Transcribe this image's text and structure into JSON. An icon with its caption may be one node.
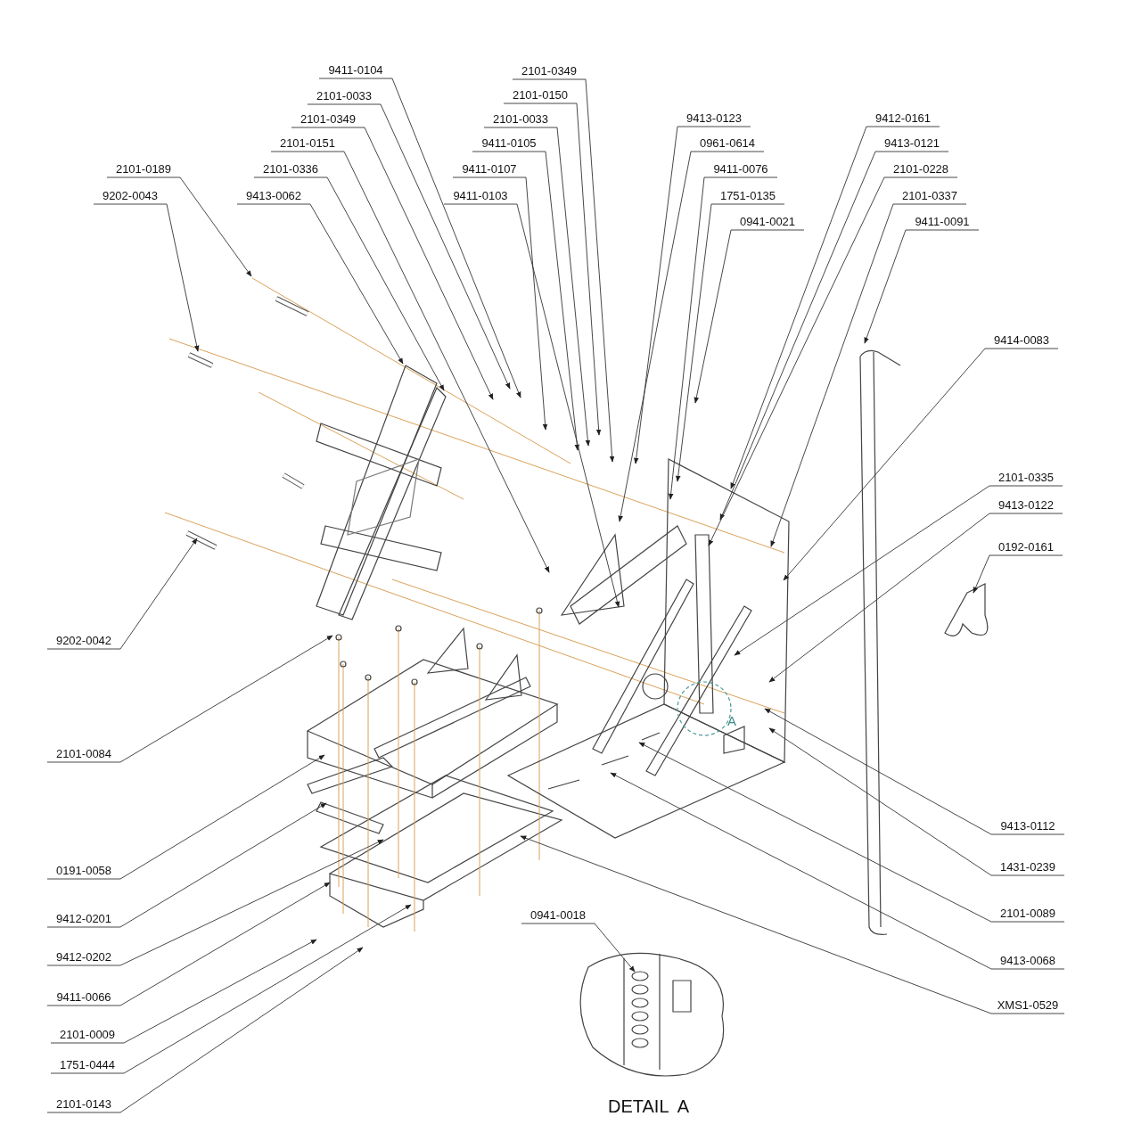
{
  "diagram": {
    "nodes": [
      {
        "text": [
          "9411-0104"
        ]
      },
      {
        "text": [
          "2101-0033"
        ]
      },
      {
        "text": [
          "2101-0349"
        ]
      },
      {
        "text": [
          "2101-0151"
        ]
      },
      {
        "text": [
          "2101-0336"
        ]
      },
      {
        "text": [
          "9413-0062"
        ]
      },
      {
        "text": [
          "2101-0189"
        ]
      },
      {
        "text": [
          "9202-0043"
        ]
      },
      {
        "text": [
          "2101-0349"
        ]
      },
      {
        "text": [
          "2101-0150"
        ]
      },
      {
        "text": [
          "2101-0033"
        ]
      },
      {
        "text": [
          "9411-0105"
        ]
      },
      {
        "text": [
          "9411-0107"
        ]
      },
      {
        "text": [
          "9411-0103"
        ]
      },
      {
        "text": [
          "9413-0123"
        ]
      },
      {
        "text": [
          "0961-0614"
        ]
      },
      {
        "text": [
          "9411-0076"
        ]
      },
      {
        "text": [
          "1751-0135"
        ]
      },
      {
        "text": [
          "0941-0021"
        ]
      },
      {
        "text": [
          "9412-0161"
        ]
      },
      {
        "text": [
          "9413-0121"
        ]
      },
      {
        "text": [
          "2101-0228"
        ]
      },
      {
        "text": [
          "2101-0337"
        ]
      },
      {
        "text": [
          "9411-0091"
        ]
      },
      {
        "text": [
          "9414-0083"
        ]
      },
      {
        "text": [
          "2101-0335"
        ]
      },
      {
        "text": [
          "9413-0122"
        ]
      },
      {
        "text": [
          "0192-0161"
        ]
      },
      {
        "text": [
          "9202-0042"
        ]
      },
      {
        "text": [
          "2101-0084"
        ]
      },
      {
        "text": [
          "0191-0058"
        ]
      },
      {
        "text": [
          "9412-0201"
        ]
      },
      {
        "text": [
          "9412-0202"
        ]
      },
      {
        "text": [
          "9411-0066"
        ]
      },
      {
        "text": [
          "2101-0009"
        ]
      },
      {
        "text": [
          "1751-0444"
        ]
      },
      {
        "text": [
          "2101-0143"
        ]
      },
      {
        "text": [
          "0941-0018"
        ]
      },
      {
        "text": [
          "9413-0112"
        ]
      },
      {
        "text": [
          "1431-0239"
        ]
      },
      {
        "text": [
          "2101-0089"
        ]
      },
      {
        "text": [
          "9413-0068"
        ]
      },
      {
        "text": [
          "XMS1-0529"
        ]
      }
    ],
    "edges": [
      {
        "from": 0,
        "to": null,
        "arrow": "to"
      },
      {
        "from": 1,
        "to": null,
        "arrow": "to"
      },
      {
        "from": 2,
        "to": null,
        "arrow": "to"
      },
      {
        "from": 3,
        "to": null,
        "arrow": "to"
      },
      {
        "from": 4,
        "to": null,
        "arrow": "to"
      },
      {
        "from": 5,
        "to": null,
        "arrow": "to"
      },
      {
        "from": 6,
        "to": null,
        "arrow": "to"
      },
      {
        "from": 7,
        "to": null,
        "arrow": "to"
      },
      {
        "from": 8,
        "to": null,
        "arrow": "to"
      },
      {
        "from": 9,
        "to": null,
        "arrow": "to"
      },
      {
        "from": 10,
        "to": null,
        "arrow": "to"
      },
      {
        "from": 11,
        "to": null,
        "arrow": "to"
      },
      {
        "from": 12,
        "to": null,
        "arrow": "to"
      },
      {
        "from": 13,
        "to": null,
        "arrow": "to"
      },
      {
        "from": 14,
        "to": null,
        "arrow": "to"
      },
      {
        "from": 15,
        "to": null,
        "arrow": "to"
      },
      {
        "from": 16,
        "to": null,
        "arrow": "to"
      },
      {
        "from": 17,
        "to": null,
        "arrow": "to"
      },
      {
        "from": 18,
        "to": null,
        "arrow": "to"
      },
      {
        "from": 19,
        "to": null,
        "arrow": "to"
      },
      {
        "from": 20,
        "to": null,
        "arrow": "to"
      },
      {
        "from": 21,
        "to": null,
        "arrow": "to"
      },
      {
        "from": 22,
        "to": null,
        "arrow": "to"
      },
      {
        "from": 23,
        "to": null,
        "arrow": "to"
      },
      {
        "from": 24,
        "to": null,
        "arrow": "to"
      },
      {
        "from": 25,
        "to": null,
        "arrow": "to"
      },
      {
        "from": 26,
        "to": null,
        "arrow": "to"
      },
      {
        "from": 27,
        "to": null,
        "arrow": "to"
      },
      {
        "from": 28,
        "to": null,
        "arrow": "to"
      },
      {
        "from": 29,
        "to": null,
        "arrow": "to"
      },
      {
        "from": 30,
        "to": null,
        "arrow": "to"
      },
      {
        "from": 31,
        "to": null,
        "arrow": "to"
      },
      {
        "from": 32,
        "to": null,
        "arrow": "to"
      },
      {
        "from": 33,
        "to": null,
        "arrow": "to"
      },
      {
        "from": 34,
        "to": null,
        "arrow": "to"
      },
      {
        "from": 35,
        "to": null,
        "arrow": "to"
      },
      {
        "from": 36,
        "to": null,
        "arrow": "to"
      },
      {
        "from": 37,
        "to": null,
        "arrow": "to"
      },
      {
        "from": 38,
        "to": null,
        "arrow": "to"
      },
      {
        "from": 39,
        "to": null,
        "arrow": "to"
      },
      {
        "from": 40,
        "to": null,
        "arrow": "to"
      },
      {
        "from": 41,
        "to": null,
        "arrow": "to"
      },
      {
        "from": 42,
        "to": null,
        "arrow": "to"
      }
    ],
    "labels": [
      "A",
      "DETAIL  A"
    ]
  }
}
